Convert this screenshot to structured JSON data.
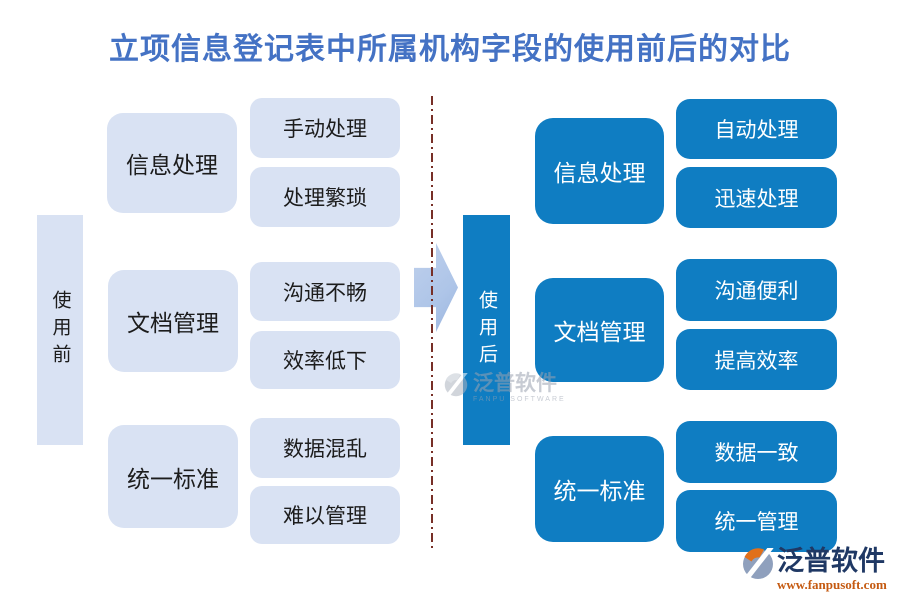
{
  "title": "立项信息登记表中所属机构字段的使用前后的对比",
  "before": {
    "bar_label": "使用前",
    "groups": [
      {
        "category": "信息处理",
        "items": [
          "手动处理",
          "处理繁琐"
        ]
      },
      {
        "category": "文档管理",
        "items": [
          "沟通不畅",
          "效率低下"
        ]
      },
      {
        "category": "统一标准",
        "items": [
          "数据混乱",
          "难以管理"
        ]
      }
    ]
  },
  "after": {
    "bar_label": "使用后",
    "groups": [
      {
        "category": "信息处理",
        "items": [
          "自动处理",
          "迅速处理"
        ]
      },
      {
        "category": "文档管理",
        "items": [
          "沟通便利",
          "提高效率"
        ]
      },
      {
        "category": "统一标准",
        "items": [
          "数据一致",
          "统一管理"
        ]
      }
    ]
  },
  "watermark": {
    "brand": "泛普软件",
    "subtext": "FANPU SOFTWARE"
  },
  "logo": {
    "brand": "泛普软件",
    "url": "www.fanpusoft.com"
  },
  "icons": {
    "logo_icon": "fanpu-circle-swoosh",
    "watermark_icon": "fanpu-circle-swoosh-gray"
  },
  "colors": {
    "title-blue": "#4472C4",
    "light-fill": "#D9E2F3",
    "strong-blue": "#0F7DC2",
    "divider-red": "#772F27",
    "arrow-blue": "#AEC5E8",
    "logo-navy": "#1F3864",
    "logo-orange": "#C55A11",
    "watermark-gray": "#9AA2B0"
  }
}
